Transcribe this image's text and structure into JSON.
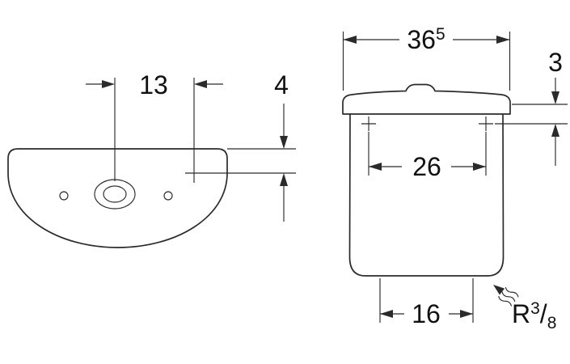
{
  "colors": {
    "line": "#2b2b2b",
    "text": "#111111",
    "background": "#ffffff"
  },
  "top_view": {
    "dim_width": "13",
    "dim_depth": "4"
  },
  "front_view": {
    "dim_overall_width": "36",
    "dim_overall_width_sup": "5",
    "dim_lid_to_holes": "3",
    "dim_hole_spacing": "26",
    "dim_base_width": "16",
    "supply_connection": {
      "prefix": "R",
      "numerator": "3",
      "slash": "/",
      "denominator": "8"
    }
  }
}
